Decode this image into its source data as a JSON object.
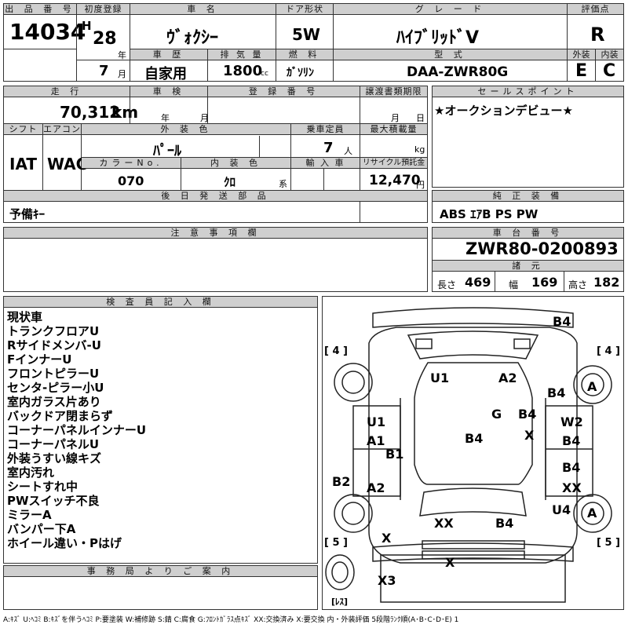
{
  "header": {
    "lot_label": "出 品 番 号",
    "lot_number": "14034",
    "first_reg_label": "初度登録",
    "era": "H",
    "year": "28",
    "year_unit": "年",
    "month": "7",
    "month_unit": "月",
    "car_name_label": "車 名",
    "car_name": "ｳﾞｫｸｼｰ",
    "door_label": "ドア形状",
    "door": "5W",
    "grade_label": "グ レ ー ド",
    "grade": "ﾊｲﾌﾞﾘｯﾄﾞV",
    "score_label": "評価点",
    "score": "R",
    "history_label": "車 歴",
    "history": "自家用",
    "displacement_label": "排 気 量",
    "displacement": "1800",
    "displacement_unit": "cc",
    "fuel_label": "燃 料",
    "fuel": "ｶﾞｿﾘﾝ",
    "model_label": "型 式",
    "model": "DAA-ZWR80G",
    "exterior_label": "外装",
    "exterior": "E",
    "interior_label": "内装",
    "interior": "C"
  },
  "row2": {
    "mileage_label": "走 行",
    "mileage": "70,312",
    "mileage_unit": "km",
    "inspection_label": "車 検",
    "year_unit": "年",
    "month_unit": "月",
    "reg_no_label": "登 録 番 号",
    "transfer_label": "譲渡書類期限",
    "day_unit": "日",
    "sales_label": "セールスポイント",
    "sales_point": "★オークションデビュー★"
  },
  "row3": {
    "shift_label": "シフト",
    "shift": "IAT",
    "ac_label": "エアコン",
    "ac": "WAC",
    "ext_color_label": "外 装 色",
    "ext_color": "ﾊﾟｰﾙ",
    "capacity_label": "乗車定員",
    "capacity": "7",
    "capacity_unit": "人",
    "max_load_label": "最大積載量",
    "max_load_unit": "kg",
    "color_no_label": "カラーNo.",
    "color_no": "070",
    "int_color_label": "内 装 色",
    "int_color": "ｸﾛ",
    "int_color_unit": "系",
    "import_label": "輸 入 車",
    "recycle_label": "リサイクル預託金",
    "recycle": "12,470",
    "recycle_unit": "円"
  },
  "parts": {
    "label": "後 日 発 送 部 品",
    "value": "予備ｷｰ"
  },
  "equipment": {
    "label": "純 正 装 備",
    "value": "ABS ｴｱB PS PW"
  },
  "caution": {
    "label": "注 意 事 項 欄"
  },
  "chassis": {
    "label": "車 台 番 号",
    "value": "ZWR80-0200893",
    "dims_label": "諸 元",
    "length_label": "長さ",
    "length": "469",
    "width_label": "幅",
    "width": "169",
    "height_label": "高さ",
    "height": "182"
  },
  "inspector": {
    "label": "検 査 員 記 入 欄",
    "notes": [
      "現状車",
      "トランクフロアU",
      "Rサイドメンバ-U",
      "FインナーU",
      "フロントピラーU",
      "センタ-ピラー小U",
      "室内ガラス片あり",
      "バックドア閉まらず",
      "コーナーパネルインナーU",
      "コーナーパネルU",
      "外装うすい線キズ",
      "室内汚れ",
      "シートすれ中",
      "PWスイッチ不良",
      "ミラーA",
      "バンパー下A",
      "ホイール違い・Pはげ"
    ]
  },
  "office": {
    "label": "事 務 局 よ り ご 案 内"
  },
  "diagram": {
    "marks": [
      "B4",
      "U1",
      "A2",
      "B4",
      "A",
      "G",
      "B4",
      "U1",
      "W2",
      "A1",
      "X",
      "B4",
      "B1",
      "B4",
      "B2",
      "A2",
      "B4",
      "XX",
      "U4",
      "XX",
      "B4",
      "A",
      "X",
      "X",
      "X3"
    ],
    "bracket_left_top": "[ 4 ]",
    "bracket_right_top": "[ 4 ]",
    "bracket_left_bottom": "[ 5 ]",
    "bracket_right_bottom": "[ 5 ]",
    "spare_label": "[ﾚｽ]"
  },
  "legend": "A:ｷｽﾞ U:ﾍｺﾐ B:ｷｽﾞを伴うﾍｺﾐ P:要塗装 W:補修跡 S:錆 C:腐食 G:ﾌﾛﾝﾄｶﾞﾗｽ点ｷｽﾞ XX:交換済み X:要交換 内・外装評価 5段階ﾗﾝｸ順(A･B･C･D･E) 1"
}
